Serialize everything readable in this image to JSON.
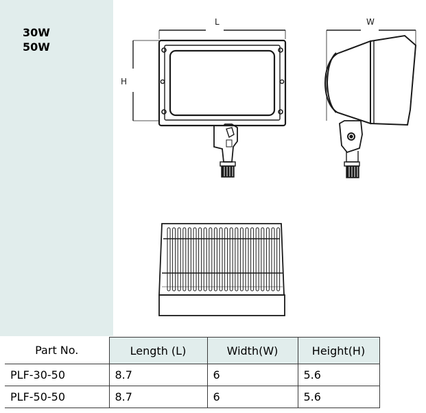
{
  "wattages": [
    "30W",
    "50W"
  ],
  "dimension_labels": {
    "length": "L",
    "width": "W",
    "height": "H"
  },
  "table": {
    "headers": [
      "Part No.",
      "Length (L)",
      "Width(W)",
      "Height(H)"
    ],
    "rows": [
      [
        "PLF-30-50",
        "8.7",
        "6",
        "5.6"
      ],
      [
        "PLF-50-50",
        "8.7",
        "6",
        "5.6"
      ]
    ]
  }
}
